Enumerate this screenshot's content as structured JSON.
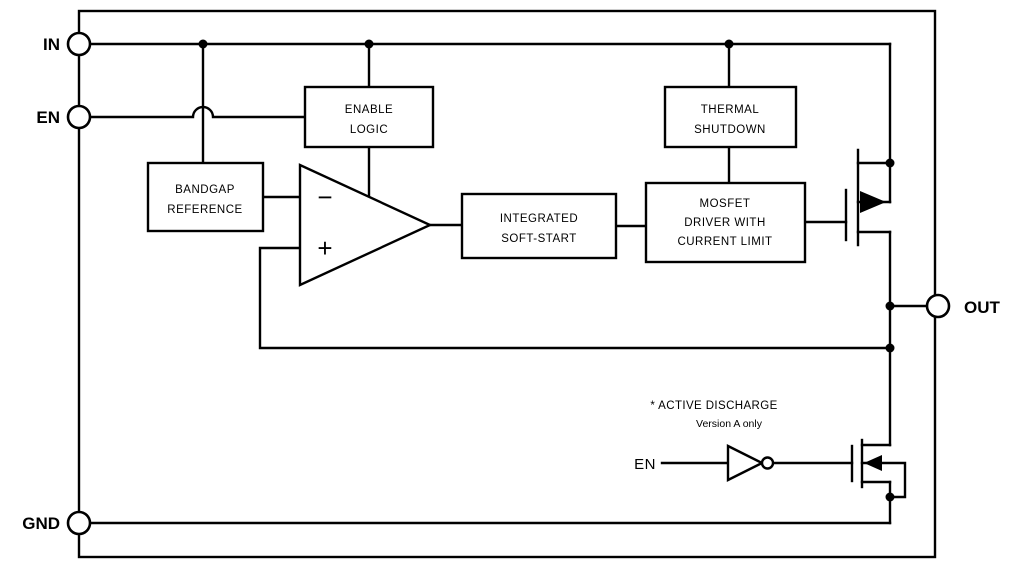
{
  "pins": {
    "in": "IN",
    "en": "EN",
    "gnd": "GND",
    "out": "OUT"
  },
  "blocks": {
    "enable_logic": {
      "line1": "ENABLE",
      "line2": "LOGIC"
    },
    "thermal_shutdown": {
      "line1": "THERMAL",
      "line2": "SHUTDOWN"
    },
    "bandgap_reference": {
      "line1": "BANDGAP",
      "line2": "REFERENCE"
    },
    "integrated_soft_start": {
      "line1": "INTEGRATED",
      "line2": "SOFT-START"
    },
    "mosfet_driver": {
      "line1": "MOSFET",
      "line2": "DRIVER WITH",
      "line3": "CURRENT LIMIT"
    }
  },
  "error_amplifier": {
    "inverting_input": "−",
    "noninverting_input": "+"
  },
  "active_discharge": {
    "title": "* ACTIVE DISCHARGE",
    "subtitle": "Version A only",
    "en_label": "EN"
  },
  "colors": {
    "stroke": "#000000",
    "background": "#ffffff"
  }
}
